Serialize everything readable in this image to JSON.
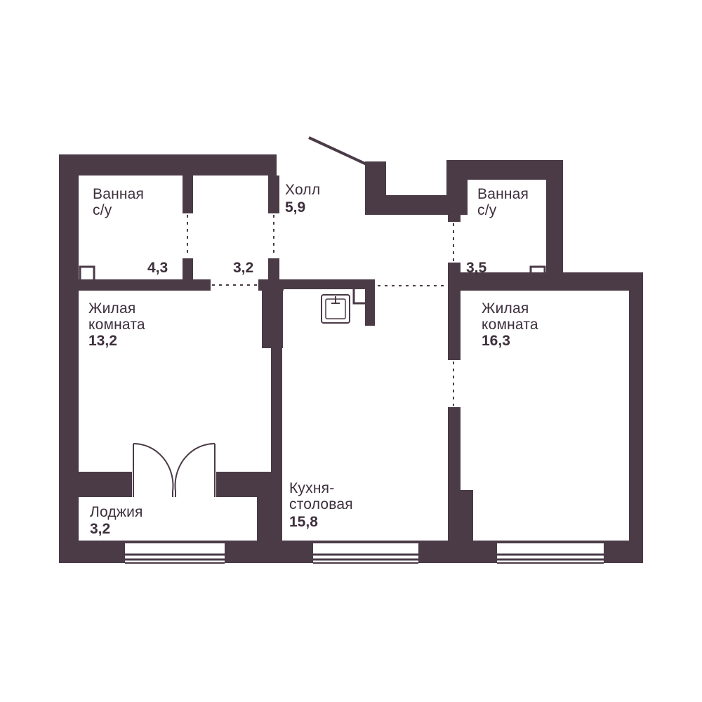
{
  "colors": {
    "wall": "#4a3b47",
    "text": "#3d2f3b",
    "background": "#ffffff",
    "window": "#4a3b47"
  },
  "rooms": {
    "bath_left": {
      "name_line1": "Ванная",
      "name_line2": "с/у",
      "area": "4,3"
    },
    "toilet": {
      "area": "3,2"
    },
    "hall": {
      "name": "Холл",
      "area": "5,9"
    },
    "bath_right": {
      "name_line1": "Ванная",
      "name_line2": "с/у",
      "area": "3,5"
    },
    "living_left": {
      "name_line1": "Жилая",
      "name_line2": "комната",
      "area": "13,2"
    },
    "kitchen": {
      "name_line1": "Кухня-",
      "name_line2": "столовая",
      "area": "15,8"
    },
    "living_right": {
      "name_line1": "Жилая",
      "name_line2": "комната",
      "area": "16,3"
    },
    "loggia": {
      "name": "Лоджия",
      "area": "3,2"
    }
  }
}
